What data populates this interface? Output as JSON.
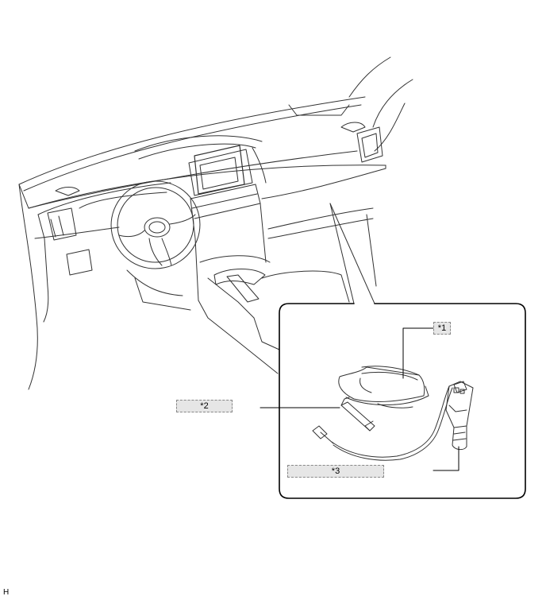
{
  "callouts": {
    "item_1": "*1",
    "item_2": "*2",
    "item_3": "*3"
  },
  "figure_code": "H",
  "colors": {
    "line": "#333333",
    "callout_fill": "#e6e6e6",
    "callout_border": "#888888",
    "background": "#ffffff"
  }
}
